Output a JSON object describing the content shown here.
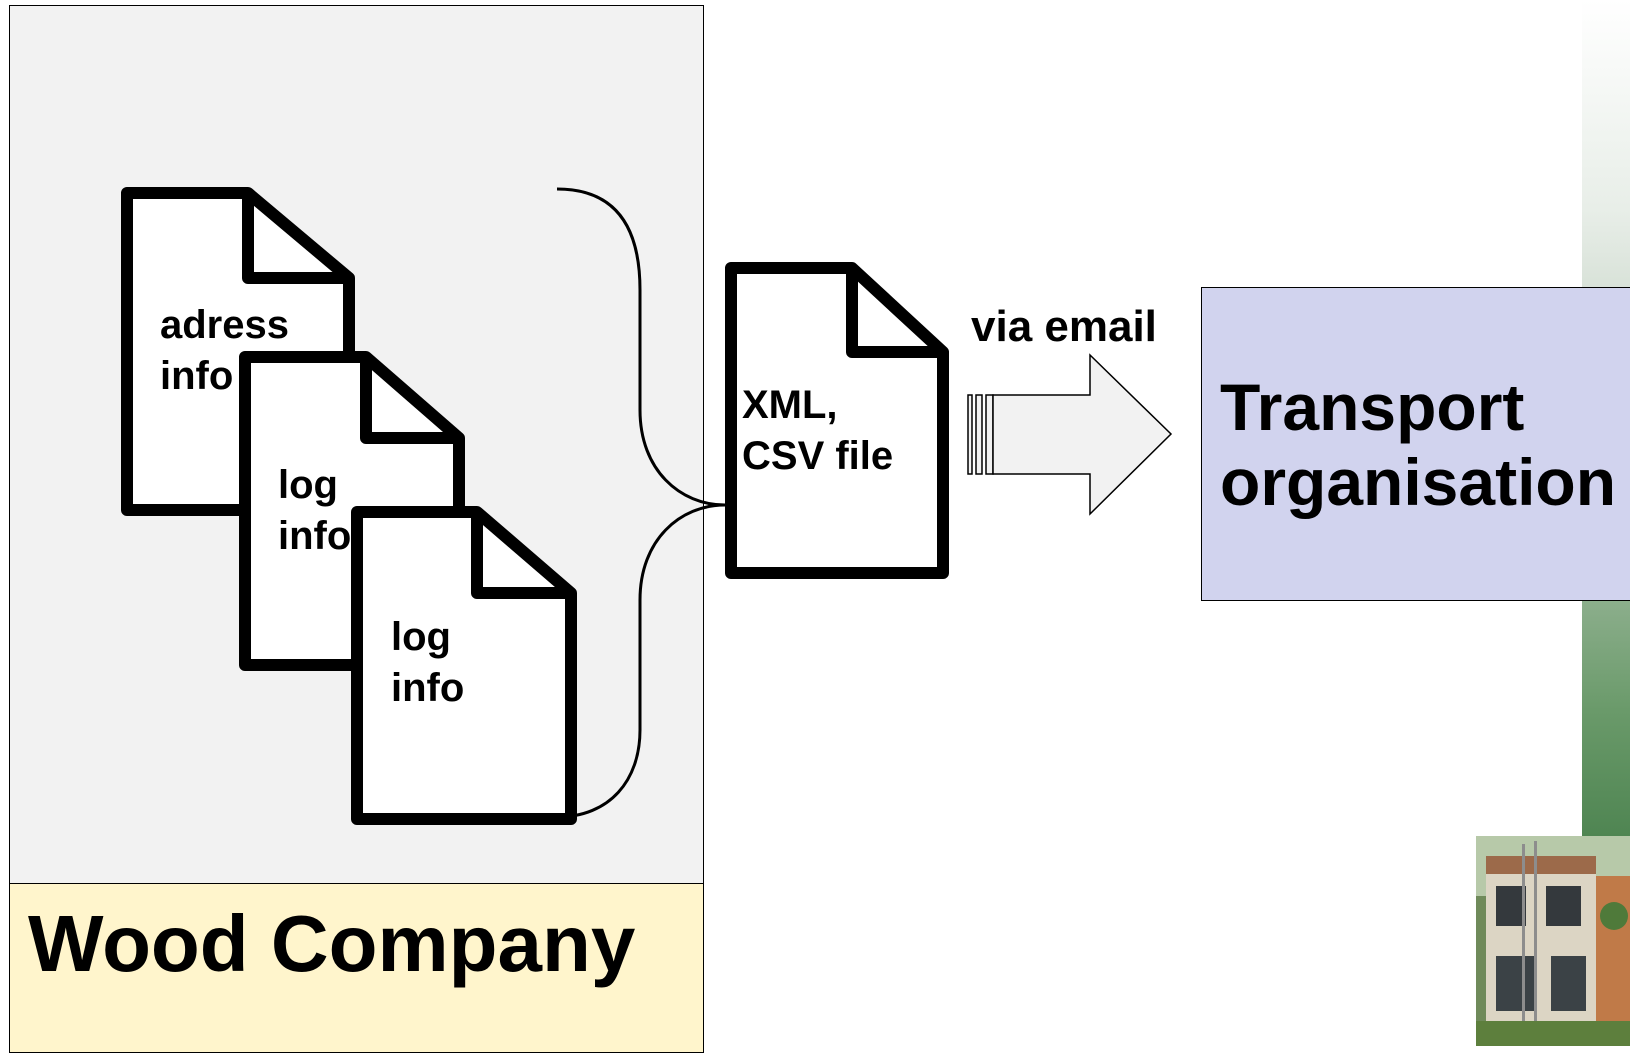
{
  "company": {
    "name": "Wood Company",
    "panel_color": "#f2f2f2",
    "label_color": "#fff5cc"
  },
  "documents": [
    {
      "line1": "adress",
      "line2": "info"
    },
    {
      "line1": "log",
      "line2": "info"
    },
    {
      "line1": "log",
      "line2": "info"
    }
  ],
  "output_file": {
    "line1": "XML,",
    "line2": "CSV file"
  },
  "channel": {
    "label": "via email"
  },
  "organisation": {
    "line1": "Transport",
    "line2": "organisation",
    "color": "#d1d3ee"
  },
  "icons": [
    "document-icon",
    "brace-connector",
    "block-arrow-icon",
    "building-photo"
  ]
}
